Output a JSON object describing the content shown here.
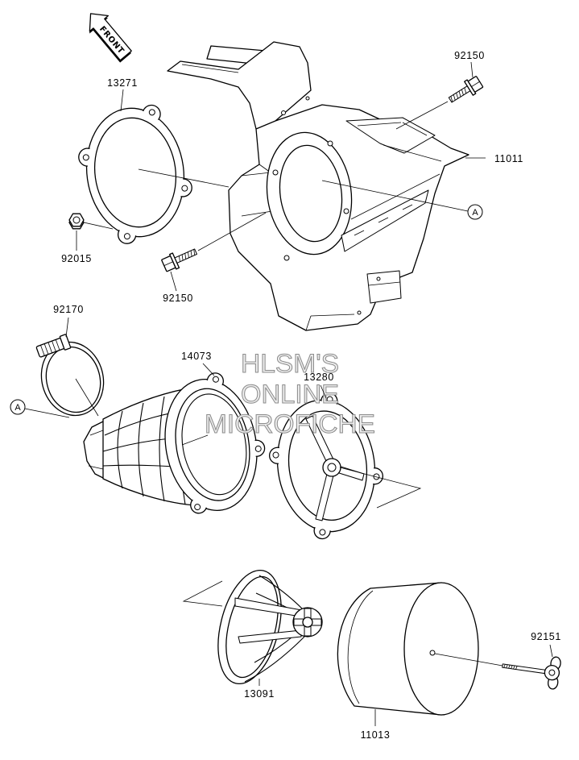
{
  "front_arrow": {
    "label": "FRONT"
  },
  "reference_marker": {
    "right": "A",
    "left": "A"
  },
  "watermark": {
    "line1": "HLSM'S",
    "line2": "ONLINE",
    "line3": "MICROFICHE"
  },
  "callouts": {
    "bolt_upper": "92150",
    "gasket": "13271",
    "housing": "11011",
    "nut": "92015",
    "bolt_lower": "92150",
    "clamp": "92170",
    "holder": "14073",
    "plate": "13280",
    "wing_bolt": "92151",
    "element_cage": "13091",
    "filter": "11013"
  },
  "colors": {
    "line": "#000000",
    "background": "#ffffff",
    "watermark_fill": "#ededed",
    "watermark_stroke": "#8c8c8c"
  }
}
